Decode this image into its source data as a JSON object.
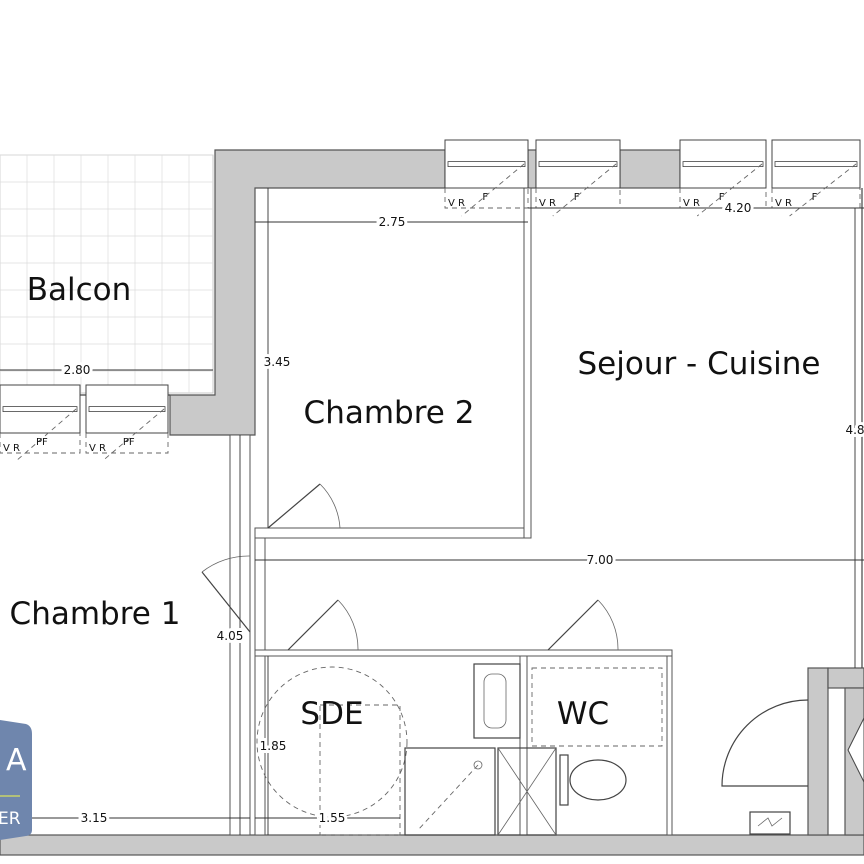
{
  "rooms": {
    "balcon": "Balcon",
    "chambre2": "Chambre 2",
    "sejour": "Sejour - Cuisine",
    "chambre1": "Chambre 1",
    "sde": "SDE",
    "wc": "WC"
  },
  "dimensions": {
    "chambre2_width": "2.75",
    "sejour_width": "4.20",
    "balcon_width": "2.80",
    "chambre2_depth": "3.45",
    "sejour_depth": "4.8",
    "corridor_length": "7.00",
    "chambre1_depth": "4.05",
    "sde_depth": "1.85",
    "chambre1_width": "3.15",
    "sde_width": "1.55"
  },
  "window_labels": {
    "vr": "V R",
    "f": "F",
    "pf": "PF"
  },
  "logo": {
    "letter": "A",
    "text": "ER",
    "color": "#6f86ad"
  },
  "colors": {
    "wall": "#c9c9c9"
  }
}
